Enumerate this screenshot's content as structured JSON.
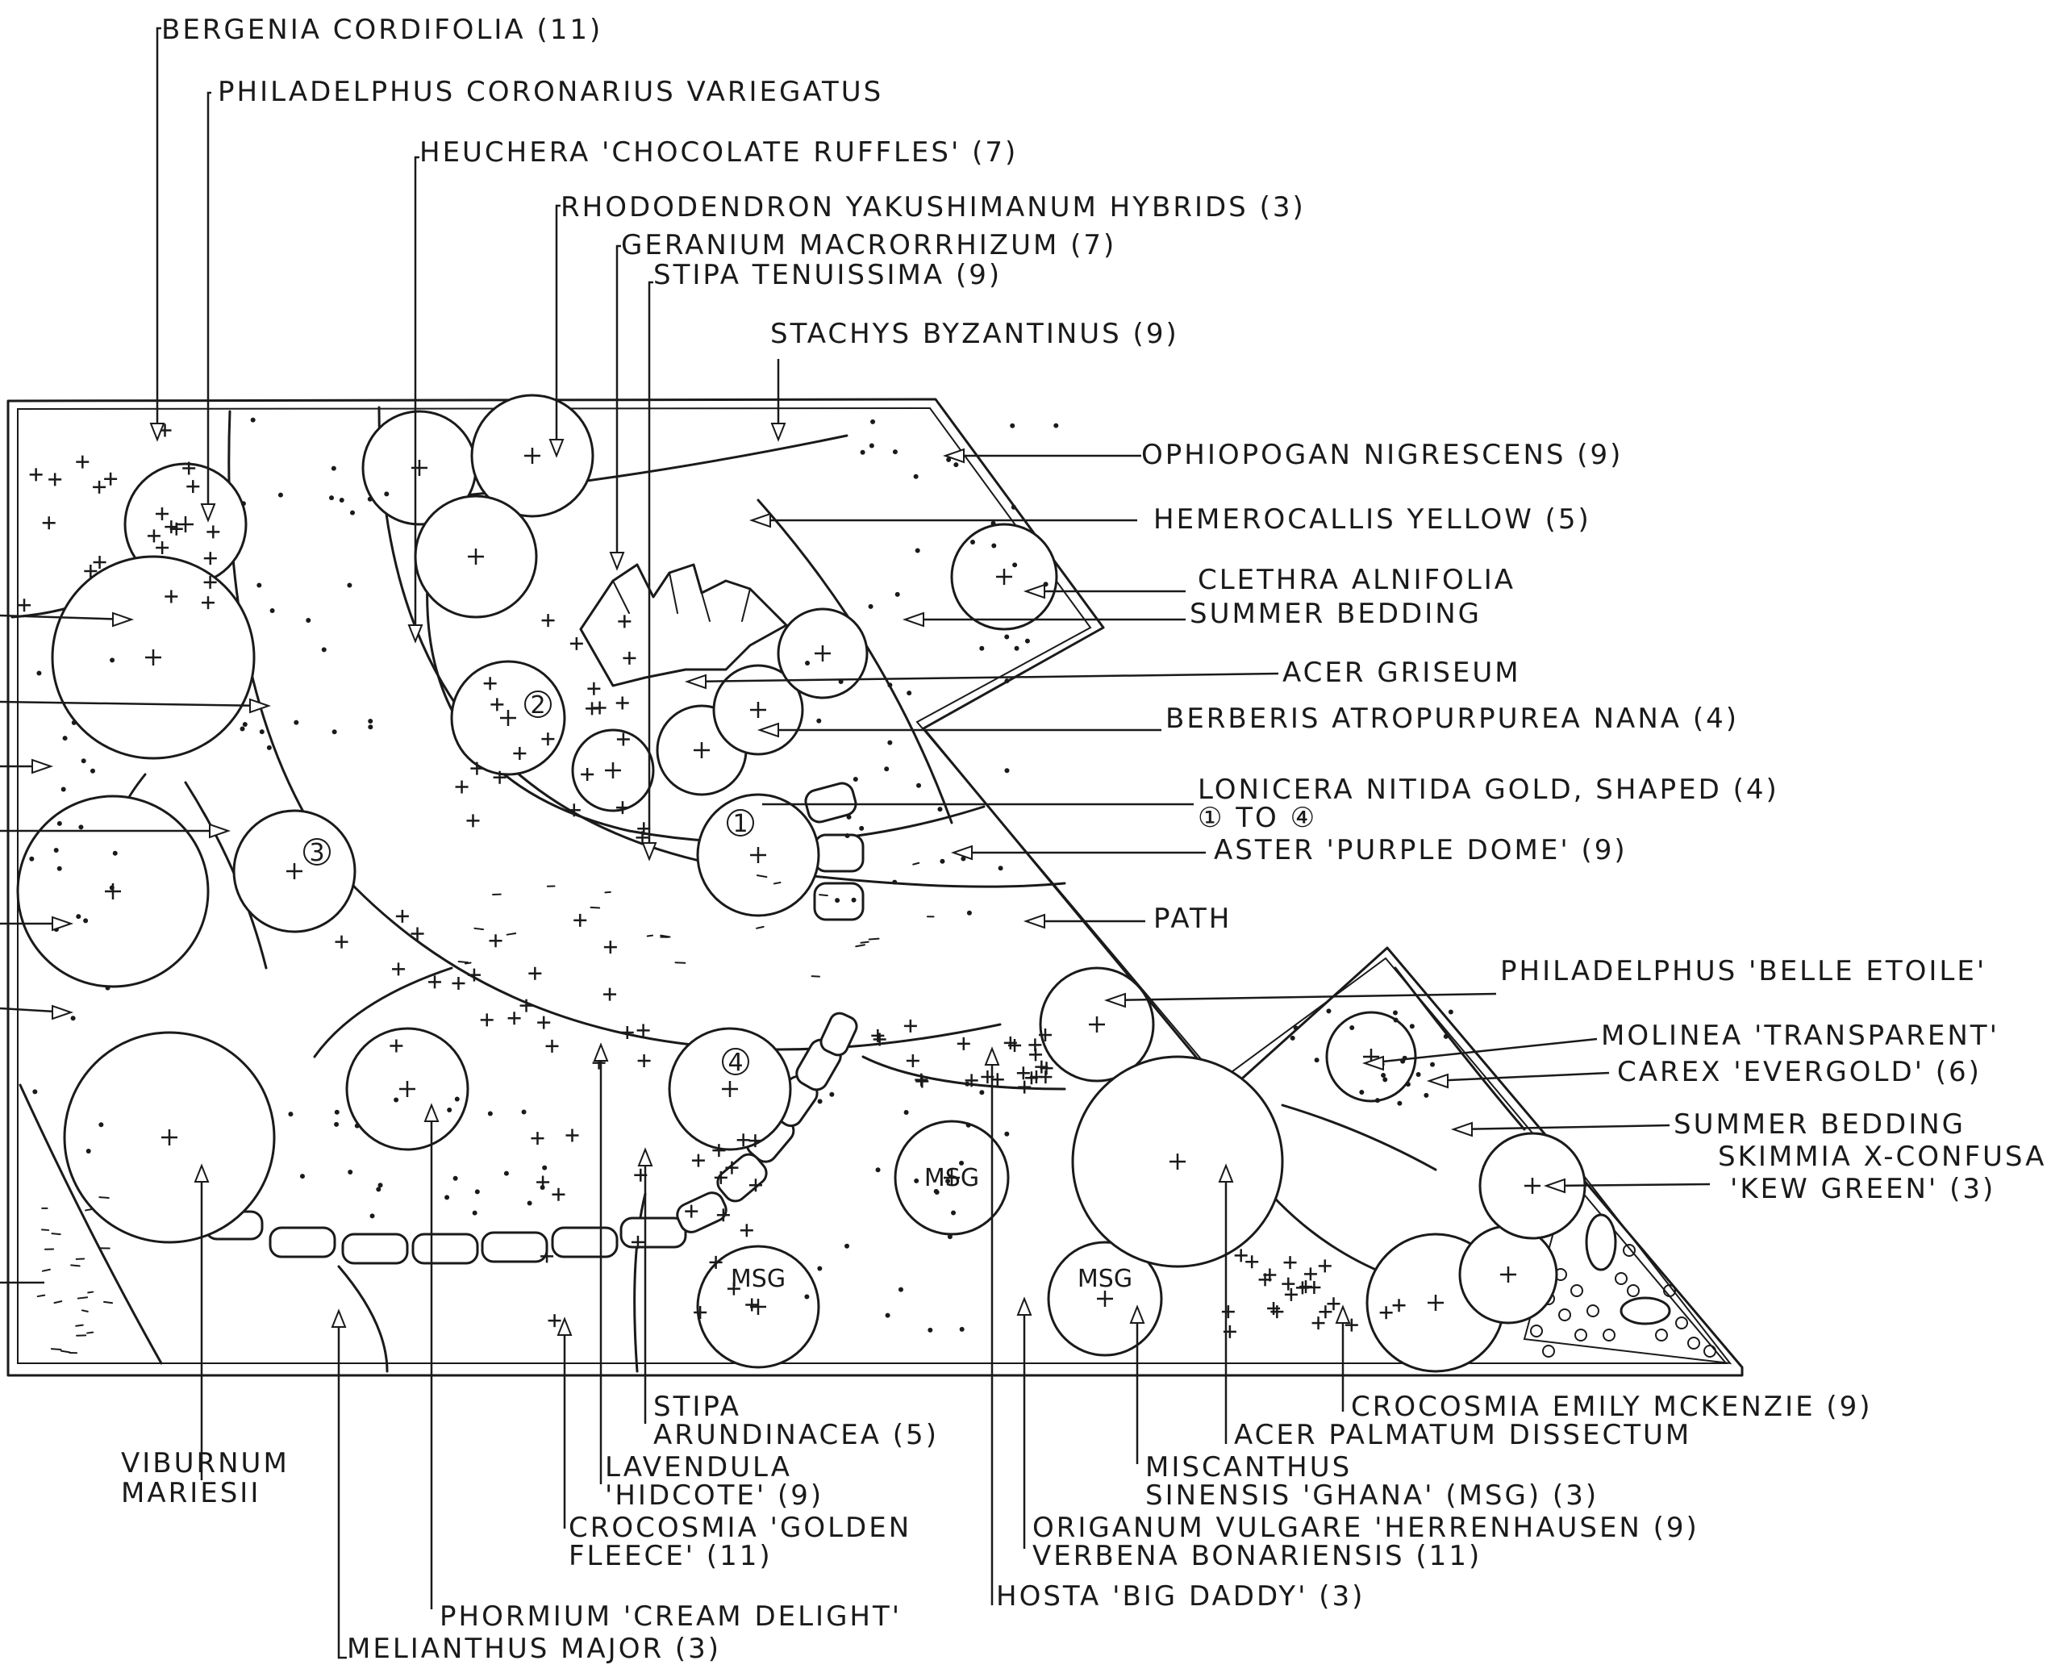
{
  "labels": {
    "bergenia": "BERGENIA CORDIFOLIA (11)",
    "philadelphus_cor": "PHILADELPHUS CORONARIUS VARIEGATUS",
    "heuchera": "HEUCHERA 'CHOCOLATE RUFFLES' (7)",
    "rhododendron": "RHODODENDRON YAKUSHIMANUM HYBRIDS (3)",
    "geranium": "GERANIUM MACRORRHIZUM (7)",
    "stipa_ten": "STIPA TENUISSIMA (9)",
    "stachys": "STACHYS BYZANTINUS (9)",
    "ophiopogon": "OPHIOPOGAN NIGRESCENS (9)",
    "hemerocallis": "HEMEROCALLIS YELLOW (5)",
    "clethra": "CLETHRA ALNIFOLIA",
    "summer_bedding_1": "SUMMER BEDDING",
    "acer_griseum": "ACER GRISEUM",
    "berberis": "BERBERIS ATROPURPUREA NANA (4)",
    "lonicera": "LONICERA NITIDA GOLD, SHAPED (4)",
    "lonicera_sub": "① TO ④",
    "aster": "ASTER 'PURPLE DOME' (9)",
    "path": "PATH",
    "philadelphus_belle": "PHILADELPHUS 'BELLE ETOILE'",
    "molinea": "MOLINEA 'TRANSPARENT'",
    "carex": "CAREX 'EVERGOLD' (6)",
    "summer_bedding_2": "SUMMER BEDDING",
    "skimmia_1": "SKIMMIA X-CONFUSA",
    "skimmia_2": "'KEW GREEN' (3)",
    "crocosmia_emily": "CROCOSMIA EMILY MCKENZIE (9)",
    "acer_palmatum": "ACER PALMATUM DISSECTUM",
    "miscanthus_1": "MISCANTHUS",
    "miscanthus_2": "SINENSIS 'GHANA' (MSG) (3)",
    "origanum": "ORIGANUM VULGARE 'HERRENHAUSEN (9)",
    "verbena": "VERBENA BONARIENSIS (11)",
    "hosta": "HOSTA 'BIG DADDY' (3)",
    "stipa_arun_1": "STIPA",
    "stipa_arun_2": "ARUNDINACEA (5)",
    "lavendula_1": "LAVENDULA",
    "lavendula_2": "'HIDCOTE' (9)",
    "crocosmia_golden_1": "CROCOSMIA 'GOLDEN",
    "crocosmia_golden_2": "FLEECE' (11)",
    "phormium": "PHORMIUM 'CREAM DELIGHT'",
    "melianthus": "MELIANTHUS MAJOR (3)",
    "viburnum_1": "VIBURNUM",
    "viburnum_2": "MARIESII"
  },
  "tags": {
    "n1": "1",
    "n2": "2",
    "n3": "3",
    "n4": "4",
    "msg": "MSG"
  }
}
